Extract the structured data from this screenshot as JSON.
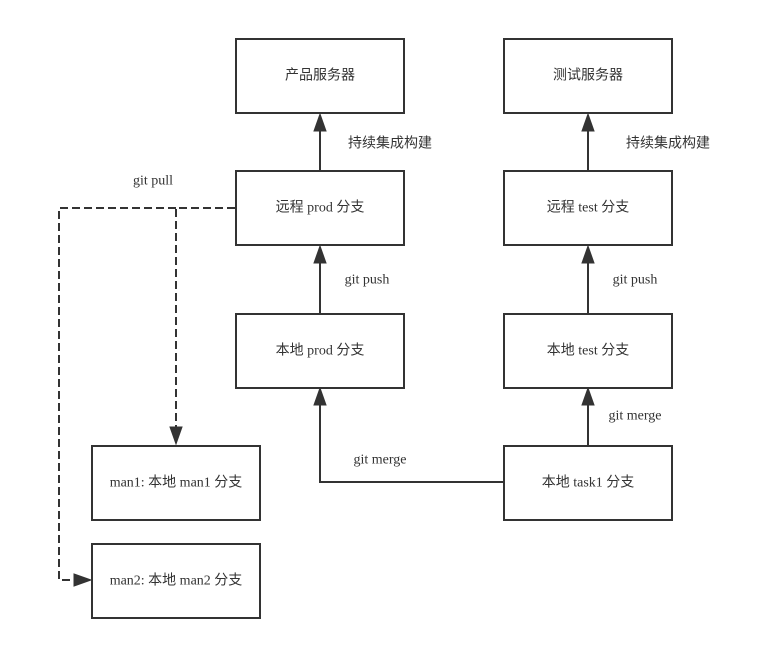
{
  "nodes": {
    "prod_server": "产品服务器",
    "test_server": "测试服务器",
    "remote_prod": "远程 prod 分支",
    "remote_test": "远程 test 分支",
    "local_prod": "本地 prod 分支",
    "local_test": "本地 test 分支",
    "man1": "man1: 本地 man1 分支",
    "man2": "man2: 本地 man2 分支",
    "task1": "本地 task1 分支"
  },
  "edges": {
    "ci_prod": "持续集成构建",
    "ci_test": "持续集成构建",
    "push_prod": "git push",
    "push_test": "git push",
    "merge_prod": "git merge",
    "merge_test": "git merge",
    "pull": "git pull"
  },
  "colors": {
    "stroke": "#333333",
    "background": "#ffffff",
    "text": "#333333"
  }
}
